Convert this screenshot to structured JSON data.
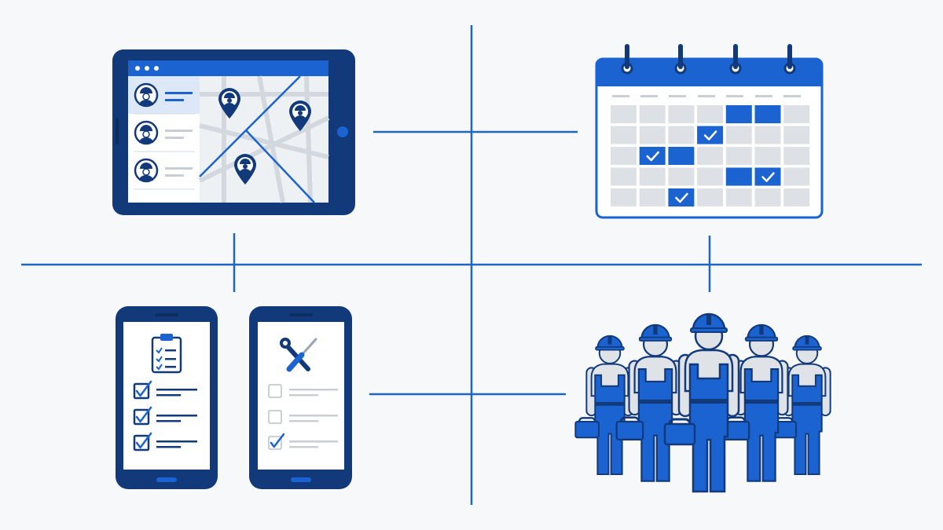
{
  "colors": {
    "background": "#f7f8fa",
    "navy": "#123a7a",
    "blue": "#1a63d0",
    "line": "#1f66c4",
    "cell_gray": "#dde1e6",
    "map_gray": "#dfe3e8",
    "text_gray": "#c9ced5",
    "highlight": "#dce8f8"
  },
  "icons": {
    "tablet": "tablet-icon",
    "dispatch_map": "map-icon",
    "technician_pin": "technician-location-pin-icon",
    "calendar": "calendar-icon",
    "checkmark": "checkmark-icon",
    "phone_checklist": "smartphone-checklist-icon",
    "clipboard": "clipboard-icon",
    "phone_tools": "smartphone-tools-icon",
    "tools": "wrench-screwdriver-icon",
    "workers": "technician-team-icon"
  },
  "calendar": {
    "rows": 5,
    "cols": 7,
    "blue_cells": [
      [
        0,
        4
      ],
      [
        0,
        5
      ],
      [
        1,
        3
      ],
      [
        2,
        1
      ],
      [
        2,
        2
      ],
      [
        3,
        4
      ],
      [
        3,
        5
      ],
      [
        4,
        2
      ]
    ],
    "checked_cells": [
      [
        1,
        3
      ],
      [
        2,
        1
      ],
      [
        3,
        5
      ],
      [
        4,
        2
      ]
    ]
  },
  "tablet_list": {
    "items": 3,
    "selected_index": 0
  },
  "checklist_phone": {
    "items": 3,
    "checked": [
      true,
      true,
      true
    ]
  },
  "tools_phone": {
    "items": 3,
    "checked": [
      false,
      false,
      true
    ]
  },
  "workers": {
    "count": 5
  }
}
